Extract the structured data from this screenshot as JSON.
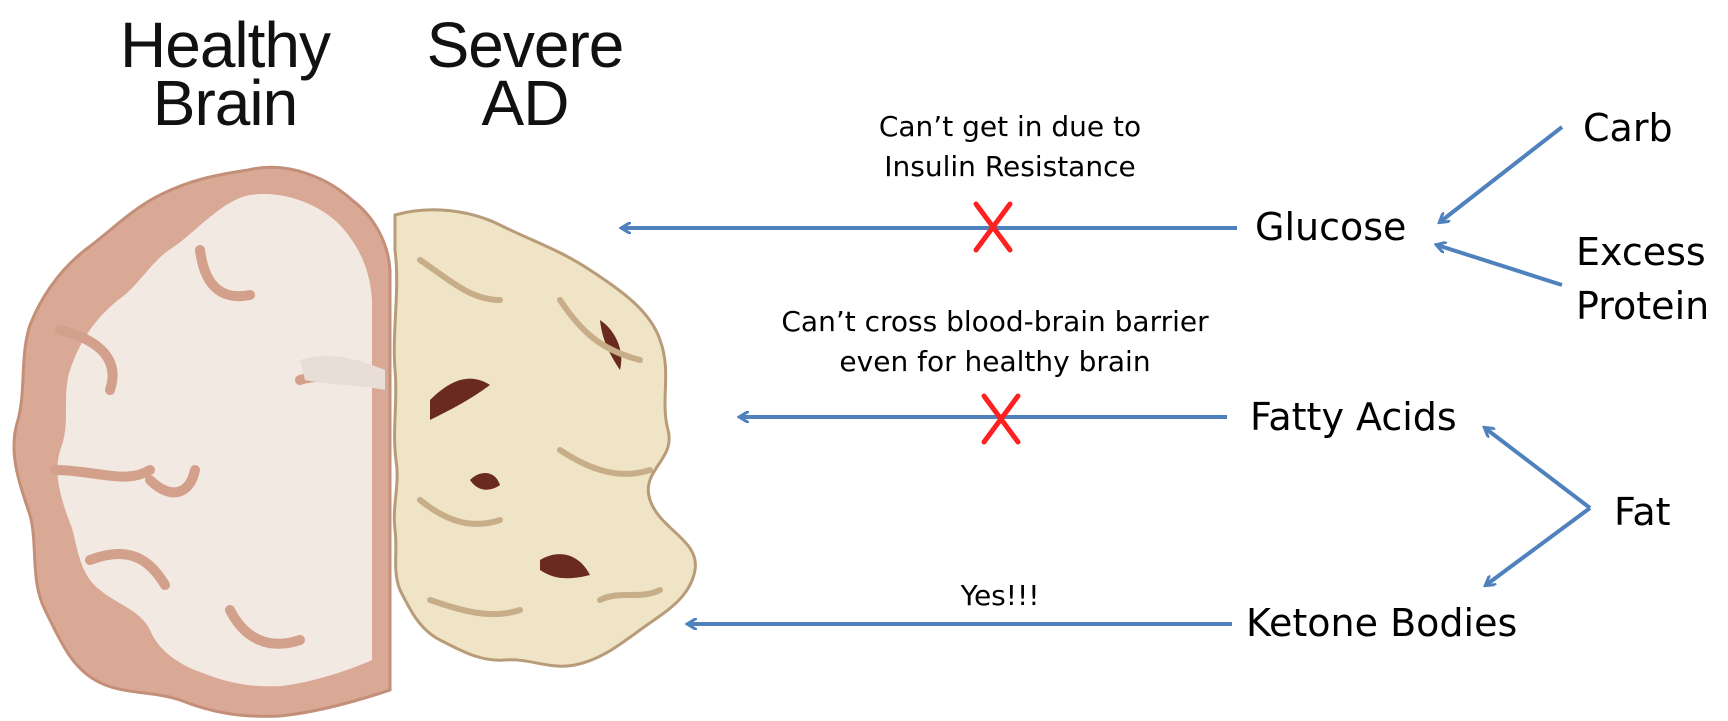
{
  "titles": {
    "healthy": [
      "Healthy",
      "Brain"
    ],
    "severe": [
      "Severe",
      "AD"
    ]
  },
  "nodes": {
    "glucose": "Glucose",
    "fatty_acids": "Fatty Acids",
    "ketone_bodies": "Ketone Bodies",
    "carb": "Carb",
    "excess_protein": [
      "Excess",
      "Protein"
    ],
    "fat": "Fat"
  },
  "notes": {
    "glucose_block": [
      "Can’t get in due to",
      "Insulin Resistance"
    ],
    "fatty_block": [
      "Can’t cross blood-brain barrier",
      "even for healthy brain"
    ],
    "ketone_ok": "Yes!!!"
  },
  "colors": {
    "arrow": "#4f81bd",
    "cross": "#ff2020",
    "healthy_tissue": "#e8c8b4",
    "healthy_white_matter": "#f1eae4",
    "ad_tissue": "#efe4c8"
  }
}
